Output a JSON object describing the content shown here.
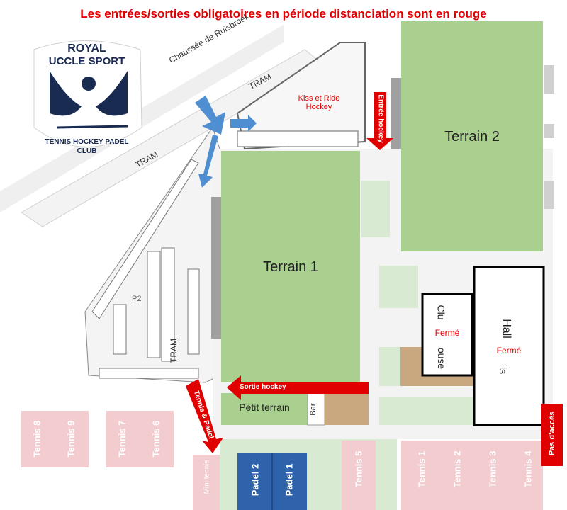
{
  "title": "Les entrées/sorties obligatoires en période distanciation sont en rouge",
  "logo": {
    "line1": "ROYAL",
    "line2": "UCCLE SPORT",
    "line3": "TENNIS HOCKEY PADEL",
    "line4": "CLUB"
  },
  "roads": {
    "chaussee": "Chaussée de Ruisbroek",
    "tram_1": "TRAM",
    "tram_2": "TRAM",
    "tram_3": "TRAM"
  },
  "zones": {
    "kiss_ride": "Kiss et Ride Hockey",
    "terrain_1": "Terrain 1",
    "terrain_2": "Terrain 2",
    "petit_terrain": "Petit terrain",
    "bar": "Bar",
    "parking": "P2",
    "club_house_top": "Clu",
    "club_house_bottom": "ouse",
    "club_house_status": "Fermé",
    "hall_top": "Hall",
    "hall_bottom": "is",
    "hall_status": "Fermé",
    "mini_tennis": "Mini tennis",
    "padel_2": "Padel 2",
    "padel_1": "Padel 1"
  },
  "tennis_courts": [
    "Tennis 8",
    "Tennis 9",
    "Tennis 7",
    "Tennis 6",
    "Tennis 5",
    "Tennis 1",
    "Tennis 2",
    "Tennis 3",
    "Tennis 4"
  ],
  "red_arrows": {
    "entree_hockey": "Entrée hockey",
    "sortie_hockey": "Sortie hockey",
    "tennis_padel": "Tennis & Padel",
    "pas_acces": "Pas d'accès"
  },
  "colors": {
    "field_green": "#a9d08e",
    "light_green": "#d9ead3",
    "tennis_pink": "#f2cccf",
    "padel_blue": "#2e62aa",
    "alert_red": "#e00000",
    "arrow_blue": "#4f8fd1",
    "brown": "#c9a77f"
  }
}
